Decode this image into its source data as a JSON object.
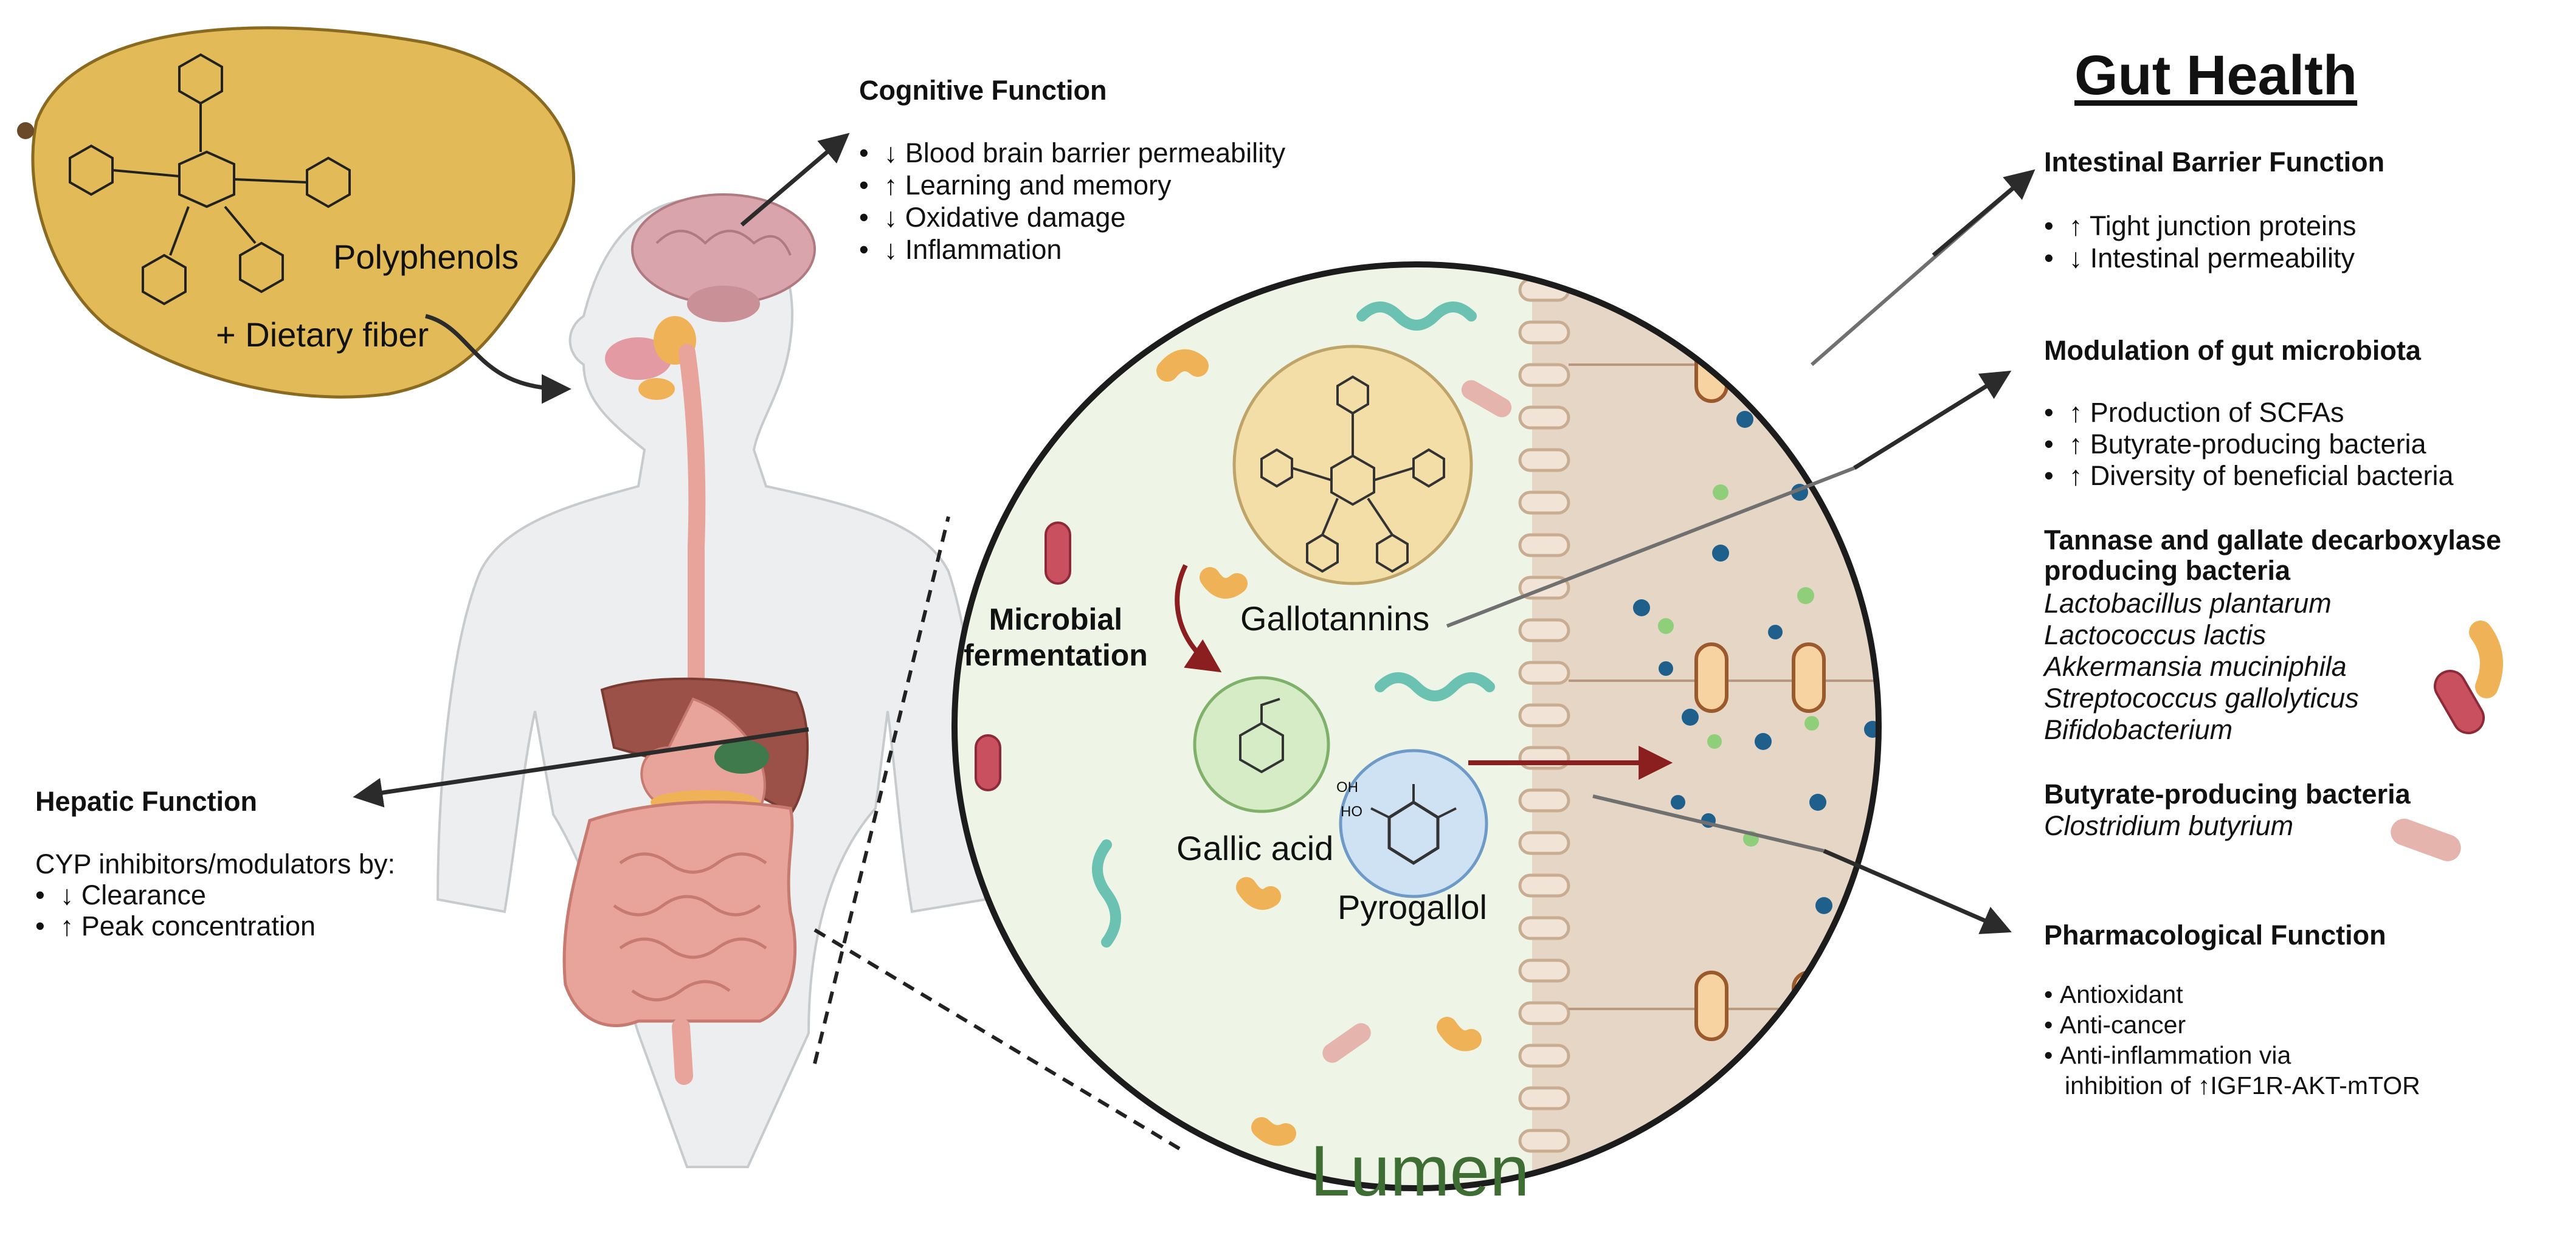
{
  "left": {
    "polyphenols_label": "Polyphenols",
    "fiber_label": "+ Dietary fiber",
    "cognitive": {
      "title": "Cognitive Function",
      "items": [
        "↓ Blood brain barrier permeability",
        "↑ Learning and memory",
        "↓ Oxidative damage",
        "↓ Inflammation"
      ]
    },
    "hepatic": {
      "title": "Hepatic Function",
      "intro": "CYP inhibitors/modulators by:",
      "items": [
        "↓ Clearance",
        "↑ Peak concentration"
      ]
    }
  },
  "center": {
    "gallotannins": "Gallotannins",
    "fermentation_line1": "Microbial",
    "fermentation_line2": "fermentation",
    "gallic_acid": "Gallic acid",
    "pyrogallol": "Pyrogallol",
    "lumen": "Lumen",
    "chem_oh": "OH",
    "chem_ho": "HO"
  },
  "right": {
    "title": "Gut Health",
    "barrier": {
      "title": "Intestinal Barrier Function",
      "items": [
        "↑ Tight junction proteins",
        "↓ Intestinal permeability"
      ]
    },
    "microbiota": {
      "title": "Modulation of gut microbiota",
      "items": [
        "↑ Production of SCFAs",
        "↑ Butyrate-producing bacteria",
        "↑ Diversity of beneficial bacteria"
      ]
    },
    "tannase": {
      "title_line1": "Tannase and gallate decarboxylase",
      "title_line2": "producing bacteria",
      "species": [
        "Lactobacillus plantarum",
        "Lactococcus lactis",
        "Akkermansia muciniphila",
        "Streptococcus gallolyticus",
        "Bifidobacterium"
      ]
    },
    "butyrate": {
      "title": "Butyrate-producing bacteria",
      "species": [
        "Clostridium butyrium"
      ]
    },
    "pharma": {
      "title": "Pharmacological Function",
      "items": [
        "Antioxidant",
        "Anti-cancer",
        "Anti-inflammation via"
      ],
      "continuation": "inhibition of ↑IGF1R-AKT-mTOR"
    }
  },
  "colors": {
    "mango": "#e2bb58",
    "lumen_bg": "#eef5e6",
    "epithelium": "#e6d6c6",
    "gallotannin_circle": "#f2dea6",
    "gallic_circle": "#d5ecc6",
    "pyrogallol_circle": "#cfe2f4",
    "arrow_dark": "#2b2b2b",
    "arrow_red": "#8b1e1e",
    "lumen_text": "#3e6e34"
  }
}
